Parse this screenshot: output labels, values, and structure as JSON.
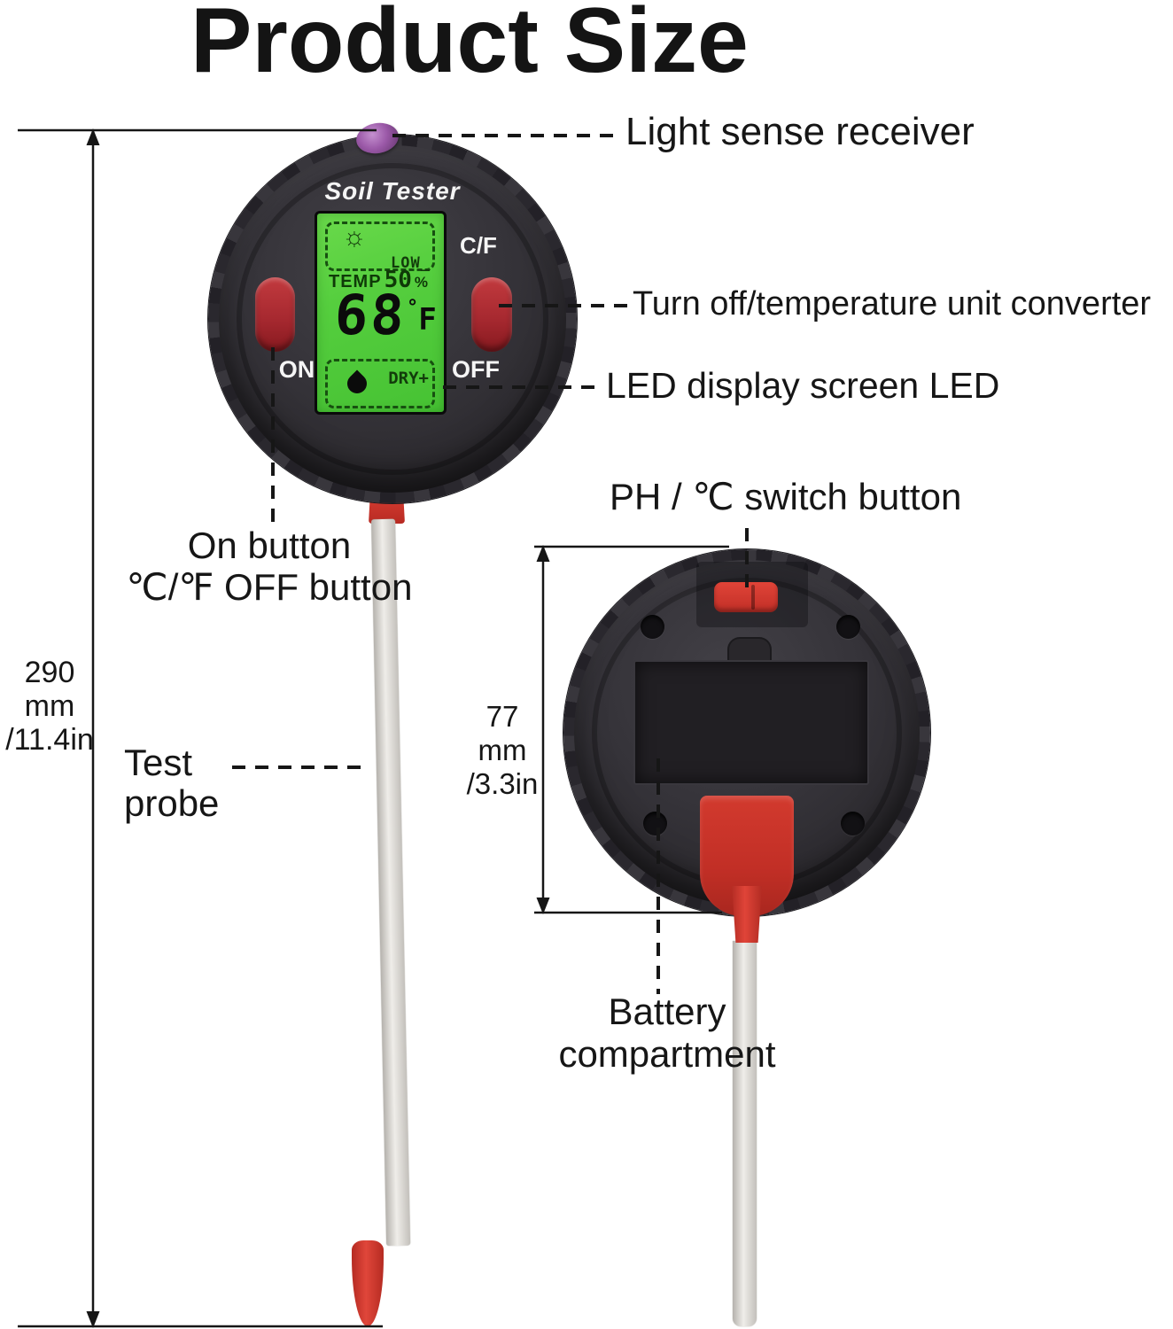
{
  "title": "Product Size",
  "device_front": {
    "brand": "Soil Tester",
    "screen": {
      "light_status": "LOW_",
      "temp_label": "TEMP",
      "moisture_percent": "50",
      "percent_sign": "%",
      "temperature": "68",
      "degree_sign": "°",
      "temp_unit": "F",
      "moisture_status": "DRY+"
    },
    "on_label": "ON",
    "off_label": "OFF",
    "cf_label": "C/F"
  },
  "annotations": {
    "light_sensor": "Light sense receiver",
    "power_button": "Turn off/temperature unit converter",
    "led_screen": "LED display screen LED",
    "on_button_line1": "On button",
    "on_button_line2": "℃/℉ OFF button",
    "ph_switch": "PH / ℃ switch button",
    "test_probe_line1": "Test",
    "test_probe_line2": "probe",
    "battery_line1": "Battery",
    "battery_line2": "compartment"
  },
  "dimensions": {
    "overall_height": {
      "value": "290",
      "unit": "mm",
      "imperial": "/11.4in"
    },
    "head_diameter": {
      "value": "77",
      "unit": "mm",
      "imperial": "/3.3in"
    }
  },
  "icons": {
    "sun_icon": "☼",
    "water_drop_icon": "drop-shape"
  },
  "colors": {
    "background": "#ffffff",
    "body_dark": "#2c2a2e",
    "lcd_green": "#55ce3e",
    "lcd_dark_green": "#123c0b",
    "button_red": "#a72930",
    "plastic_red": "#d23a2e",
    "probe_gray": "#d9d7d3",
    "sensor_purple": "#9b59a8",
    "line_black": "#161616"
  }
}
